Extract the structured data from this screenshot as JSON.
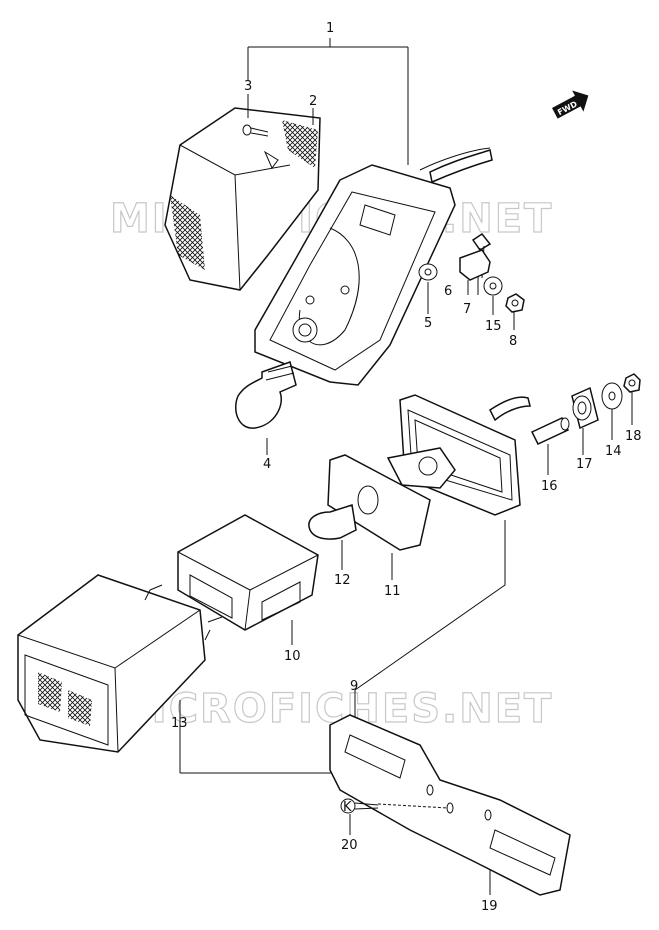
{
  "watermark": "MICROFICHES.NET",
  "direction_label": "FWD",
  "parts": {
    "p1": "1",
    "p2": "2",
    "p3": "3",
    "p4": "4",
    "p5": "5",
    "p6": "6",
    "p7": "7",
    "p8": "8",
    "p9": "9",
    "p10": "10",
    "p11": "11",
    "p12": "12",
    "p13": "13",
    "p14": "14",
    "p15": "15",
    "p16": "16",
    "p17": "17",
    "p18": "18",
    "p19": "19",
    "p20": "20"
  },
  "fastener_marking": "K"
}
